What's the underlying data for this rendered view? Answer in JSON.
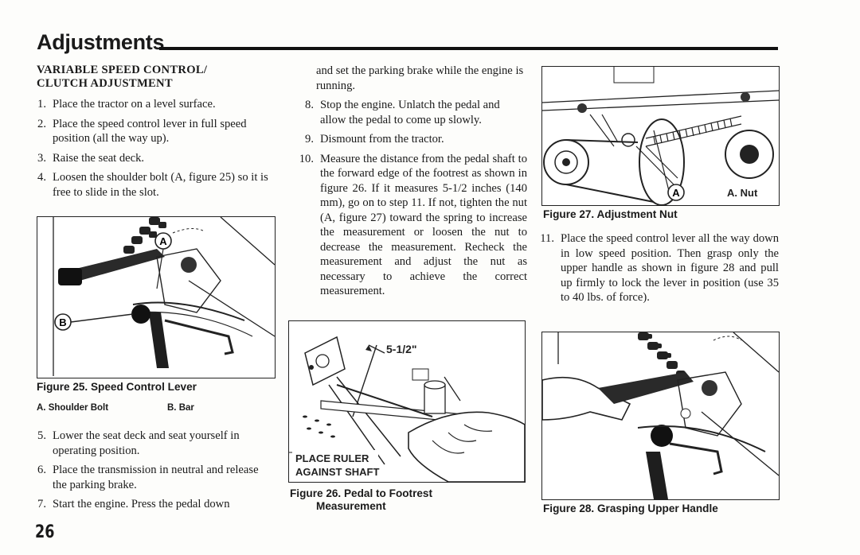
{
  "header": {
    "title": "Adjustments"
  },
  "section": {
    "heading_line1": "VARIABLE SPEED CONTROL/",
    "heading_line2": "CLUTCH ADJUSTMENT"
  },
  "steps_col1_top": [
    {
      "num": "1.",
      "text": "Place the tractor on a level surface."
    },
    {
      "num": "2.",
      "text": "Place the speed control lever in full speed position (all the way up)."
    },
    {
      "num": "3.",
      "text": "Raise the seat deck."
    },
    {
      "num": "4.",
      "text": "Loosen the shoulder bolt (A, figure 25) so it is free to slide in the slot."
    }
  ],
  "steps_col1_bottom": [
    {
      "num": "5.",
      "text": "Lower the seat deck and seat yourself in operating position."
    },
    {
      "num": "6.",
      "text": "Place the transmission in neutral and release the parking brake."
    },
    {
      "num": "7.",
      "text": "Start the engine. Press the pedal down"
    }
  ],
  "col2_continuation": "and set the parking brake while the engine is running.",
  "steps_col2": [
    {
      "num": "8.",
      "text": "Stop the engine. Unlatch the pedal and allow the pedal to come up slowly."
    },
    {
      "num": "9.",
      "text": "Dismount from the tractor."
    },
    {
      "num": "10.",
      "text": "Measure the distance from the pedal shaft to the forward edge of the footrest as shown in figure 26. If it measures 5-1/2 inches (140 mm), go on to step 11. If not, tighten the nut (A, figure 27) toward the spring to increase the measurement or loosen the nut to decrease the measurement. Recheck the measurement and adjust the nut as necessary to achieve the correct measurement."
    }
  ],
  "steps_col3": [
    {
      "num": "11.",
      "text": "Place the speed control lever all the way down in low speed position. Then grasp only the upper handle as shown in figure 28 and pull up firmly to lock the lever in position (use 35 to 40 lbs. of force)."
    }
  ],
  "figures": {
    "fig25": {
      "caption": "Figure 25. Speed Control Lever",
      "legend_a": "A. Shoulder Bolt",
      "legend_b": "B. Bar",
      "callout_a": "A",
      "callout_b": "B"
    },
    "fig26": {
      "caption_line1": "Figure 26. Pedal to Footrest",
      "caption_line2": "Measurement",
      "measure_label": "5-1/2\"",
      "note_line1": "PLACE RULER",
      "note_line2": "AGAINST SHAFT"
    },
    "fig27": {
      "caption": "Figure 27. Adjustment Nut",
      "callout_a": "A",
      "label": "A. Nut"
    },
    "fig28": {
      "caption": "Figure 28. Grasping Upper Handle"
    }
  },
  "page_number": "26"
}
